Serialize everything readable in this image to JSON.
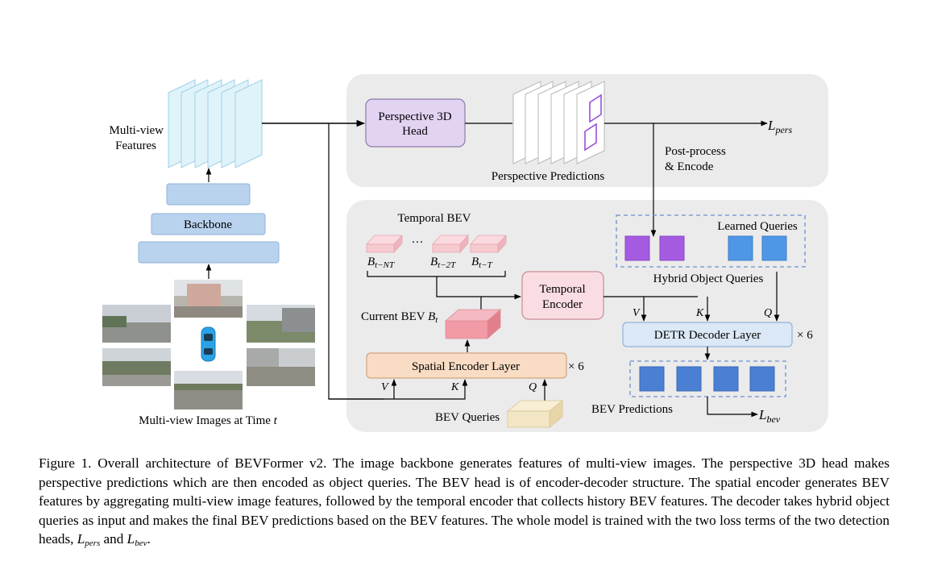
{
  "figure": {
    "left": {
      "features_label_line1": "Multi-view",
      "features_label_line2": "Features",
      "backbone_label": "Backbone",
      "images_label": "Multi-view Images at Time ",
      "images_label_var": "t"
    },
    "perspective": {
      "head_line1": "Perspective 3D",
      "head_line2": "Head",
      "predictions_label": "Perspective Predictions",
      "postprocess_line1": "Post-process",
      "postprocess_line2": "& Encode",
      "loss_main": "L",
      "loss_sub": "pers"
    },
    "bev": {
      "temporal_bev_label": "Temporal BEV",
      "ellipsis": "…",
      "bt_nt_main": "B",
      "bt_nt_sub": "t−NT",
      "bt_2t_main": "B",
      "bt_2t_sub": "t−2T",
      "bt_t_main": "B",
      "bt_t_sub": "t−T",
      "temporal_encoder_line1": "Temporal",
      "temporal_encoder_line2": "Encoder",
      "current_bev_label": "Current BEV ",
      "current_bev_main": "B",
      "current_bev_sub": "t",
      "spatial_encoder_label": "Spatial Encoder Layer",
      "spatial_times": "× 6",
      "v_label": "V",
      "k_label": "K",
      "q_label": "Q",
      "bev_queries_label": "BEV Queries",
      "learned_queries_label": "Learned Queries",
      "hybrid_queries_label": "Hybrid Object Queries",
      "detr_label": "DETR Decoder Layer",
      "detr_times": "× 6",
      "bev_predictions_label": "BEV Predictions",
      "loss_main": "L",
      "loss_sub": "bev"
    }
  },
  "caption": {
    "text": "Figure 1.  Overall architecture of BEVFormer v2.  The image backbone generates features of multi-view images.  The perspective 3D head makes perspective predictions which are then encoded as object queries. The BEV head is of encoder-decoder structure. The spatial encoder generates BEV features by aggregating multi-view image features, followed by the temporal encoder that collects history BEV features. The decoder takes hybrid object queries as input and makes the final BEV predictions based on the BEV features.  The whole model is trained with the two loss terms of the two detection heads, ",
    "loss1_main": "L",
    "loss1_sub": "pers",
    "and": " and ",
    "loss2_main": "L",
    "loss2_sub": "bev",
    "end": "."
  },
  "colors": {
    "panel_gray": "#ebebeb",
    "feature_cyan": "#dff3fa",
    "backbone_blue": "#b9d3ee",
    "head_purple": "#e2d3f3",
    "bev_pink": "#f6c9cf",
    "spatial_orange": "#f8dcc3",
    "query_tan": "#f3e6c4",
    "detr_blue": "#dbe8f6",
    "learned_purple": "#a55be0",
    "learned_blue": "#4f97e6",
    "prediction_blue": "#4a7fd4"
  }
}
